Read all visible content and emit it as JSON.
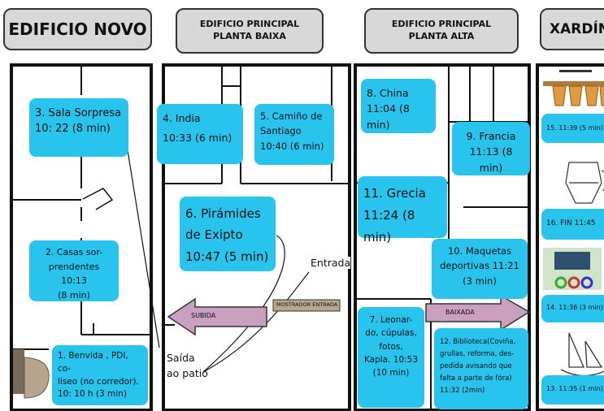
{
  "headers": {
    "novo": "EDIFICIO NOVO",
    "baixa_line1": "EDIFICIO PRINCIPAL",
    "baixa_line2": "PLANTA BAIXA",
    "alta_line1": "EDIFICIO PRINCIPAL",
    "alta_line2": "PLANTA ALTA",
    "xardin": "XARDÍN"
  },
  "stations": {
    "s1": {
      "l1": "1. Benvida , PDI, co-",
      "l2": "liseo (no corredor).",
      "l3": "10: 10 h  (3 min)"
    },
    "s2": {
      "l1": "2. Casas sor-",
      "l2": "prendentes 10:13",
      "l3": "(8 min)"
    },
    "s3": {
      "l1": "3. Sala Sorpresa",
      "l2": "10: 22 (8 min)"
    },
    "s4": {
      "l1": "4. India",
      "l2": "10:33 (6 min)"
    },
    "s5": {
      "l1": "5. Camiño de",
      "l2": "Santiago",
      "l3": "10:40 (6 min)"
    },
    "s6": {
      "l1": "6. Pirámides",
      "l2": "de Exipto",
      "l3": "10:47 (5 min)"
    },
    "s7": {
      "l1": "7. Leonar-",
      "l2": "do, cúpulas,",
      "l3": "fotos,",
      "l4": "Kapla. 10:53",
      "l5": "(10 min)"
    },
    "s8": {
      "l1": "8. China",
      "l2": "11:04 (8 min)"
    },
    "s9": {
      "l1": "9. Francia",
      "l2": "11:13 (8 min)"
    },
    "s10": {
      "l1": "10. Maquetas",
      "l2": "deportivas 11:21",
      "l3": "(3 min)"
    },
    "s11": {
      "l1": "11. Grecia",
      "l2": "11:24 (8 min)"
    },
    "s12": {
      "l1": "12. Biblioteca(Coviña,",
      "l2": "grullas, reforma, des-",
      "l3": "pedida avisando que",
      "l4": "falta a parte de fóra)",
      "l5": "11:32  (2min)"
    },
    "s13": "13. 11:35 (1 min)",
    "s14": "14. 11:36 (3 min)",
    "s15": "15. 11:39 (5 min)",
    "s16": "16.  FIN 11:45"
  },
  "labels": {
    "entrada": "Entrada",
    "saida1": "Saída",
    "saida2": "ao patio",
    "subida": "SUBIDA",
    "baixada": "BAIXADA",
    "mostrador": "MOSTRADOR ENTRADA"
  },
  "colors": {
    "card": "#29c4ee",
    "header": "#d8d8d8",
    "arrow": "#c9a0c0",
    "desk": "#b8a58c"
  }
}
